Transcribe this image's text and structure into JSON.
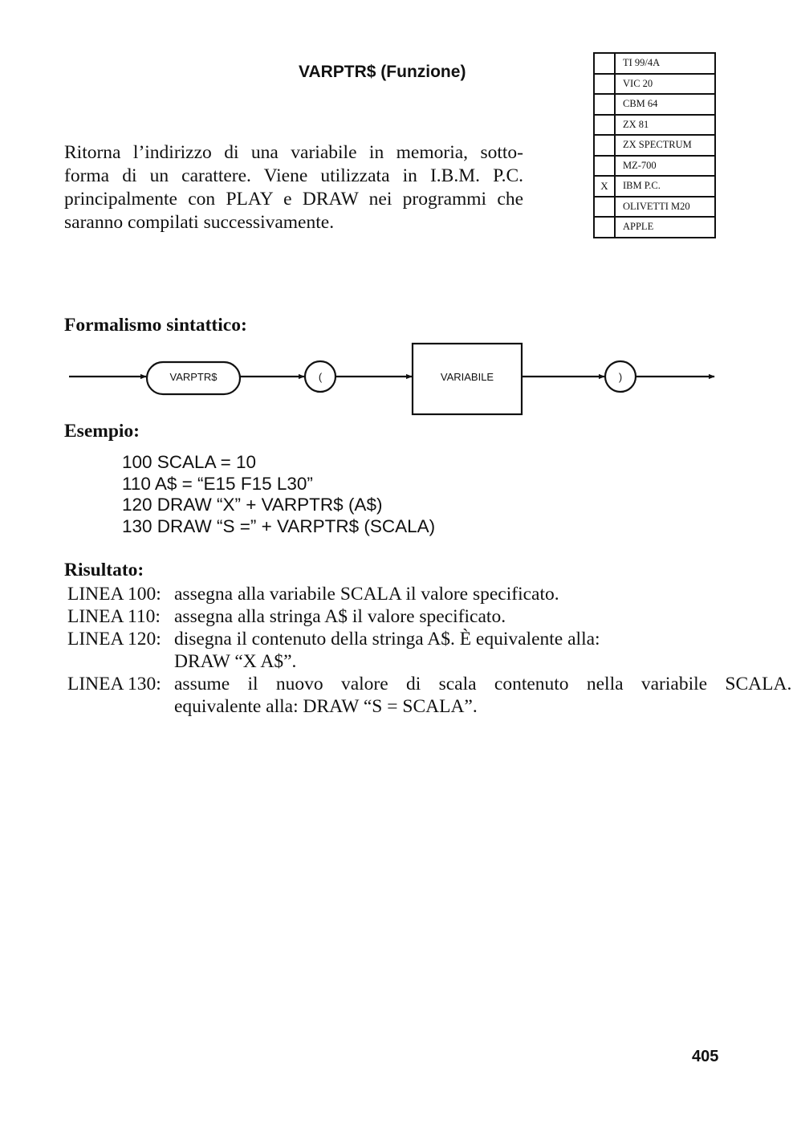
{
  "title": "VARPTR$ (Funzione)",
  "compatibility": [
    {
      "mark": "",
      "name": "TI 99/4A"
    },
    {
      "mark": "",
      "name": "VIC 20"
    },
    {
      "mark": "",
      "name": "CBM 64"
    },
    {
      "mark": "",
      "name": "ZX 81"
    },
    {
      "mark": "",
      "name": "ZX SPECTRUM"
    },
    {
      "mark": "",
      "name": "MZ-700"
    },
    {
      "mark": "X",
      "name": "IBM P.C."
    },
    {
      "mark": "",
      "name": "OLIVETTI M20"
    },
    {
      "mark": "",
      "name": "APPLE"
    }
  ],
  "intro_lines": [
    "Ritorna l’indirizzo di una variabile in memoria, sotto-",
    "forma di un carattere. Viene utilizzata in I.B.M. P.C.",
    "principalmente con PLAY e DRAW nei programmi che",
    "saranno compilati successivamente."
  ],
  "syntax_heading": "Formalismo sintattico:",
  "syntax_diagram": {
    "keyword": "VARPTR$",
    "open_paren": "(",
    "argument": "VARIABILE",
    "close_paren": ")"
  },
  "example_heading": "Esempio:",
  "code_lines": [
    "100 SCALA = 10",
    "110 A$ = “E15 F15 L30”",
    "120 DRAW “X” + VARPTR$ (A$)",
    "130 DRAW “S =” + VARPTR$ (SCALA)"
  ],
  "result_heading": "Risultato:",
  "result_rows": [
    {
      "label": "LINEA 100:",
      "text": "assegna alla variabile SCALA il valore specificato."
    },
    {
      "label": "LINEA 110:",
      "text": "assegna alla stringa A$ il valore specificato."
    },
    {
      "label": "LINEA 120:",
      "text": "disegna il contenuto della stringa A$. È equivalente alla:"
    },
    {
      "label": "",
      "text": "DRAW “X A$”."
    },
    {
      "label": "LINEA 130:",
      "text": "assume il nuovo valore di scala contenuto nella variabile SCALA. È"
    },
    {
      "label": "",
      "text": "equivalente alla: DRAW “S = SCALA”."
    }
  ],
  "page_number": "405"
}
